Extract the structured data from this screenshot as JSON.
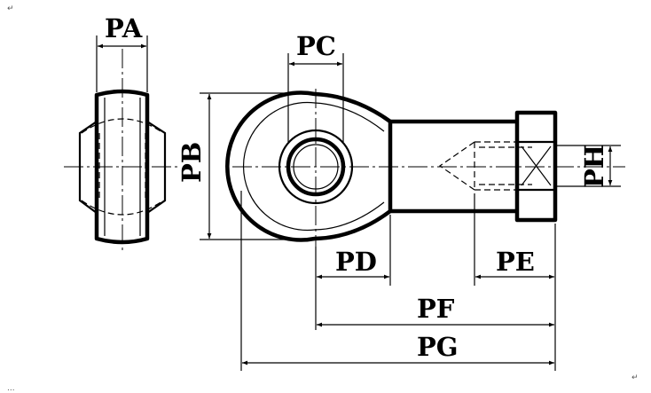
{
  "drawing": {
    "labels": {
      "pa": "PA",
      "pb": "PB",
      "pc": "PC",
      "pd": "PD",
      "pe": "PE",
      "pf": "PF",
      "pg": "PG",
      "ph": "PH"
    },
    "marks": {
      "para_top_left": "↵",
      "para_bottom_right": "↵",
      "para_bottom_left": "..."
    }
  }
}
